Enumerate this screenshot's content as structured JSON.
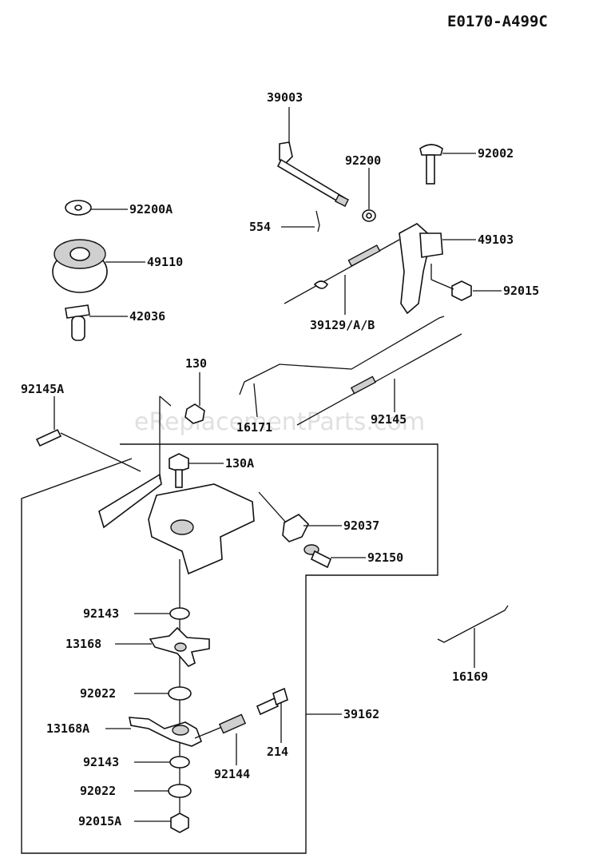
{
  "diagram_code": "E0170-A499C",
  "watermark": "eReplacementParts.com",
  "parts": {
    "p39003": "39003",
    "p92200": "92200",
    "p92002": "92002",
    "p92200A": "92200A",
    "p554": "554",
    "p49103": "49103",
    "p49110": "49110",
    "p92015": "92015",
    "p42036": "42036",
    "p39129": "39129/A/B",
    "p130": "130",
    "p92145A": "92145A",
    "p16171": "16171",
    "p92145": "92145",
    "p130A": "130A",
    "p92037": "92037",
    "p92150": "92150",
    "p92143a": "92143",
    "p13168": "13168",
    "p16169": "16169",
    "p92022a": "92022",
    "p39162": "39162",
    "p13168A": "13168A",
    "p214": "214",
    "p92143b": "92143",
    "p92144": "92144",
    "p92022b": "92022",
    "p92015A": "92015A"
  }
}
